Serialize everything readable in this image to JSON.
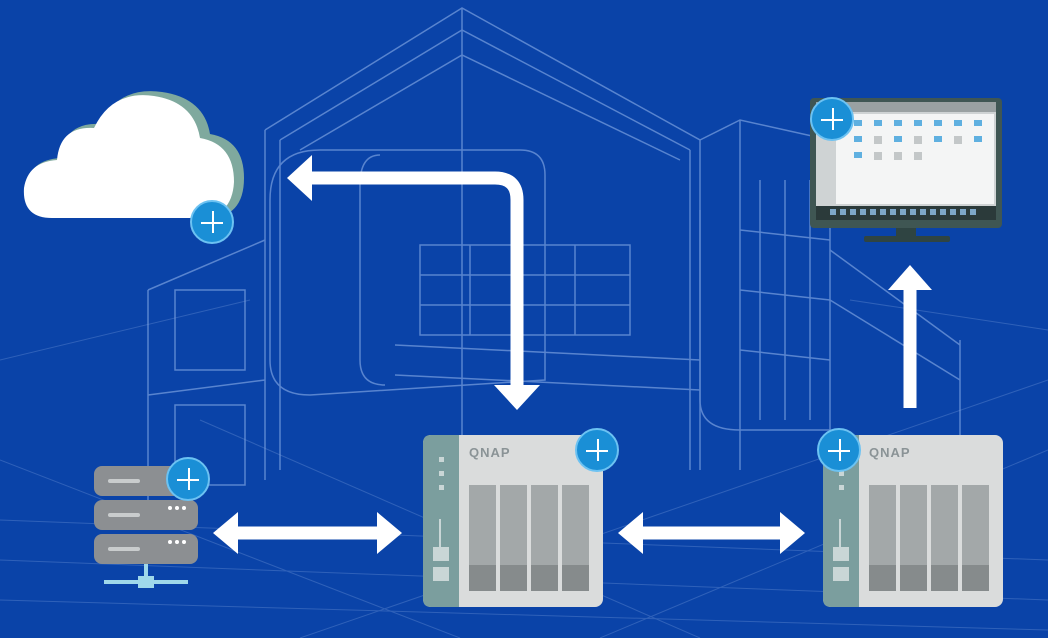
{
  "diagram": {
    "background_color": "#0a43a8",
    "nodes": [
      {
        "id": "cloud",
        "icon": "cloud-icon"
      },
      {
        "id": "server",
        "icon": "server-rack-icon"
      },
      {
        "id": "nas-primary",
        "icon": "nas-icon",
        "brand": "QNAP"
      },
      {
        "id": "nas-secondary",
        "icon": "nas-icon",
        "brand": "QNAP"
      },
      {
        "id": "desktop",
        "icon": "monitor-icon"
      }
    ],
    "links": [
      {
        "from": "nas-primary",
        "to": "cloud",
        "direction": "bidirectional"
      },
      {
        "from": "server",
        "to": "nas-primary",
        "direction": "bidirectional"
      },
      {
        "from": "nas-primary",
        "to": "nas-secondary",
        "direction": "bidirectional"
      },
      {
        "from": "nas-secondary",
        "to": "desktop",
        "direction": "one-way"
      }
    ],
    "colors": {
      "accent": "#1a8fd6",
      "nas_body": "#dadcdc",
      "nas_side": "#7b9e9e",
      "server": "#8c8f92",
      "cloud_shadow": "#7fa99e"
    }
  }
}
